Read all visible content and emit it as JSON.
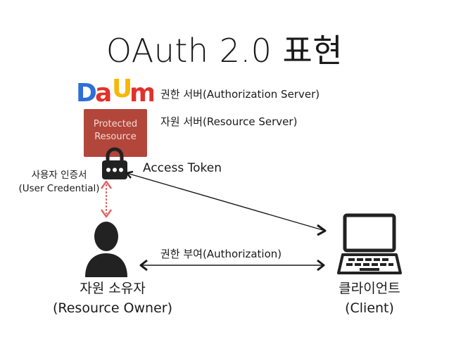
{
  "title": "OAuth 2.0 표현",
  "logo": {
    "name": "daum-logo",
    "letters": [
      "D",
      "a",
      "U",
      "m"
    ],
    "colors": [
      "#2c6fd8",
      "#e2312b",
      "#f5b80a",
      "#e2312b"
    ]
  },
  "protected_resource": {
    "line1": "Protected",
    "line2": "Resource",
    "color": "#b2463a"
  },
  "labels": {
    "authorization_server": "권한 서버(Authorization Server)",
    "resource_server": "자원 서버(Resource Server)",
    "access_token": "Access Token",
    "user_credential_line1": "사용자 인증서",
    "user_credential_line2": "(User Credential)",
    "authorization_grant": "권한 부여(Authorization)",
    "resource_owner_line1": "자원 소유자",
    "resource_owner_line2": "(Resource Owner)",
    "client_line1": "클라이언트",
    "client_line2": "(Client)"
  },
  "icons": [
    "lock-icon",
    "person-icon",
    "laptop-icon"
  ],
  "colors": {
    "credential_arrow": "#e06666",
    "arrow": "#1a1a1a"
  }
}
